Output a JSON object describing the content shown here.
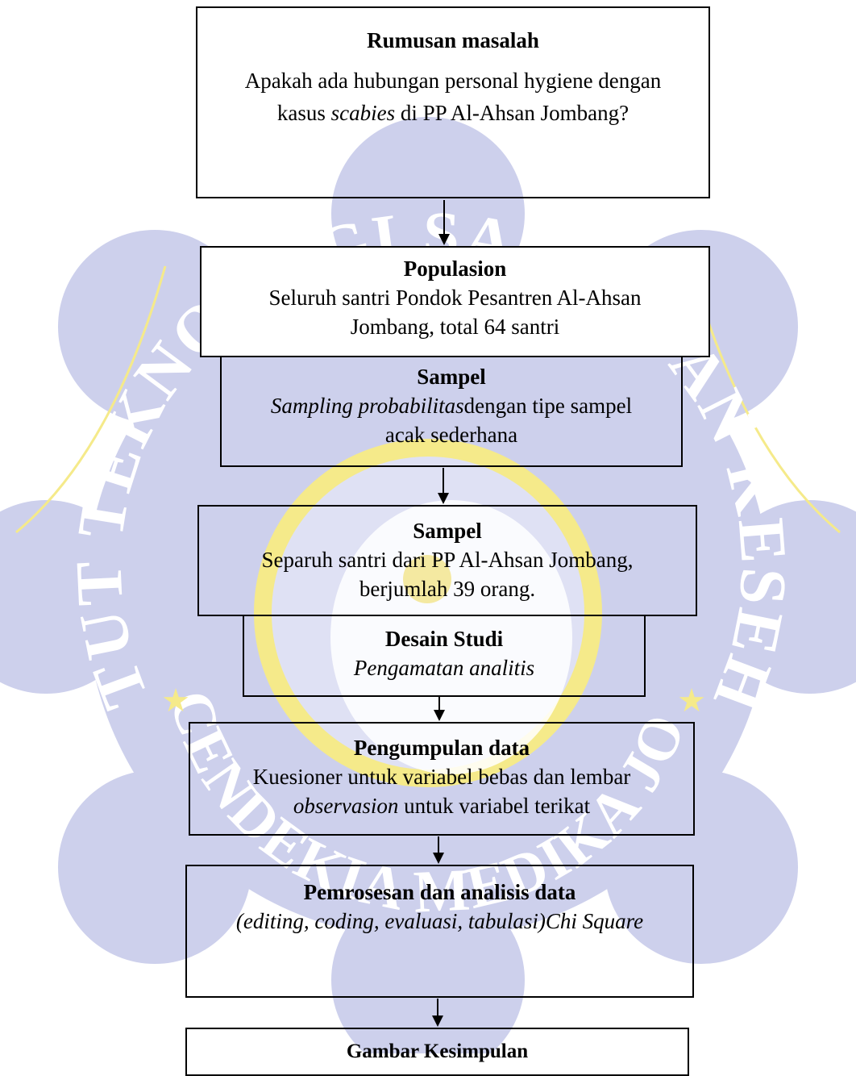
{
  "watermark": {
    "text_top": "INSTITUT TEKNOLOGI SAINS DAN KESEHATAN",
    "text_bottom": "INSAN CENDEKIA MEDIKA JOMBANG",
    "petal_color": "#cdd0ec",
    "text_color": "#ffffff",
    "accent_color": "#f5ea8a"
  },
  "boxes": {
    "rumusan": {
      "title": "Rumusan masalah",
      "q_pre": "Apakah ada hubungan personal hygiene dengan kasus ",
      "q_italic": "scabies",
      "q_post": " di PP Al-Ahsan Jombang?"
    },
    "populasi": {
      "title": "Populasion",
      "text": "Seluruh santri Pondok Pesantren Al-Ahsan Jombang, total 64 santri"
    },
    "sampling": {
      "title": "Sampel",
      "italic": "Sampling probabilitas",
      "text": "dengan tipe sampel acak sederhana"
    },
    "sampel": {
      "title": "Sampel",
      "text": "Separuh santri dari PP Al-Ahsan Jombang, berjumlah 39 orang."
    },
    "desain": {
      "title": "Desain Studi",
      "italic": "Pengamatan analitis"
    },
    "pengumpulan": {
      "title": "Pengumpulan data",
      "text": "Kuesioner untuk variabel bebas dan lembar",
      "italic": "observasion",
      "text2": " untuk variabel terikat"
    },
    "pemrosesan": {
      "title": "Pemrosesan dan analisis data",
      "italic": "(editing, coding, evaluasi, tabulasi)Chi Square"
    },
    "kesimpulan": {
      "title": "Gambar Kesimpulan"
    }
  }
}
